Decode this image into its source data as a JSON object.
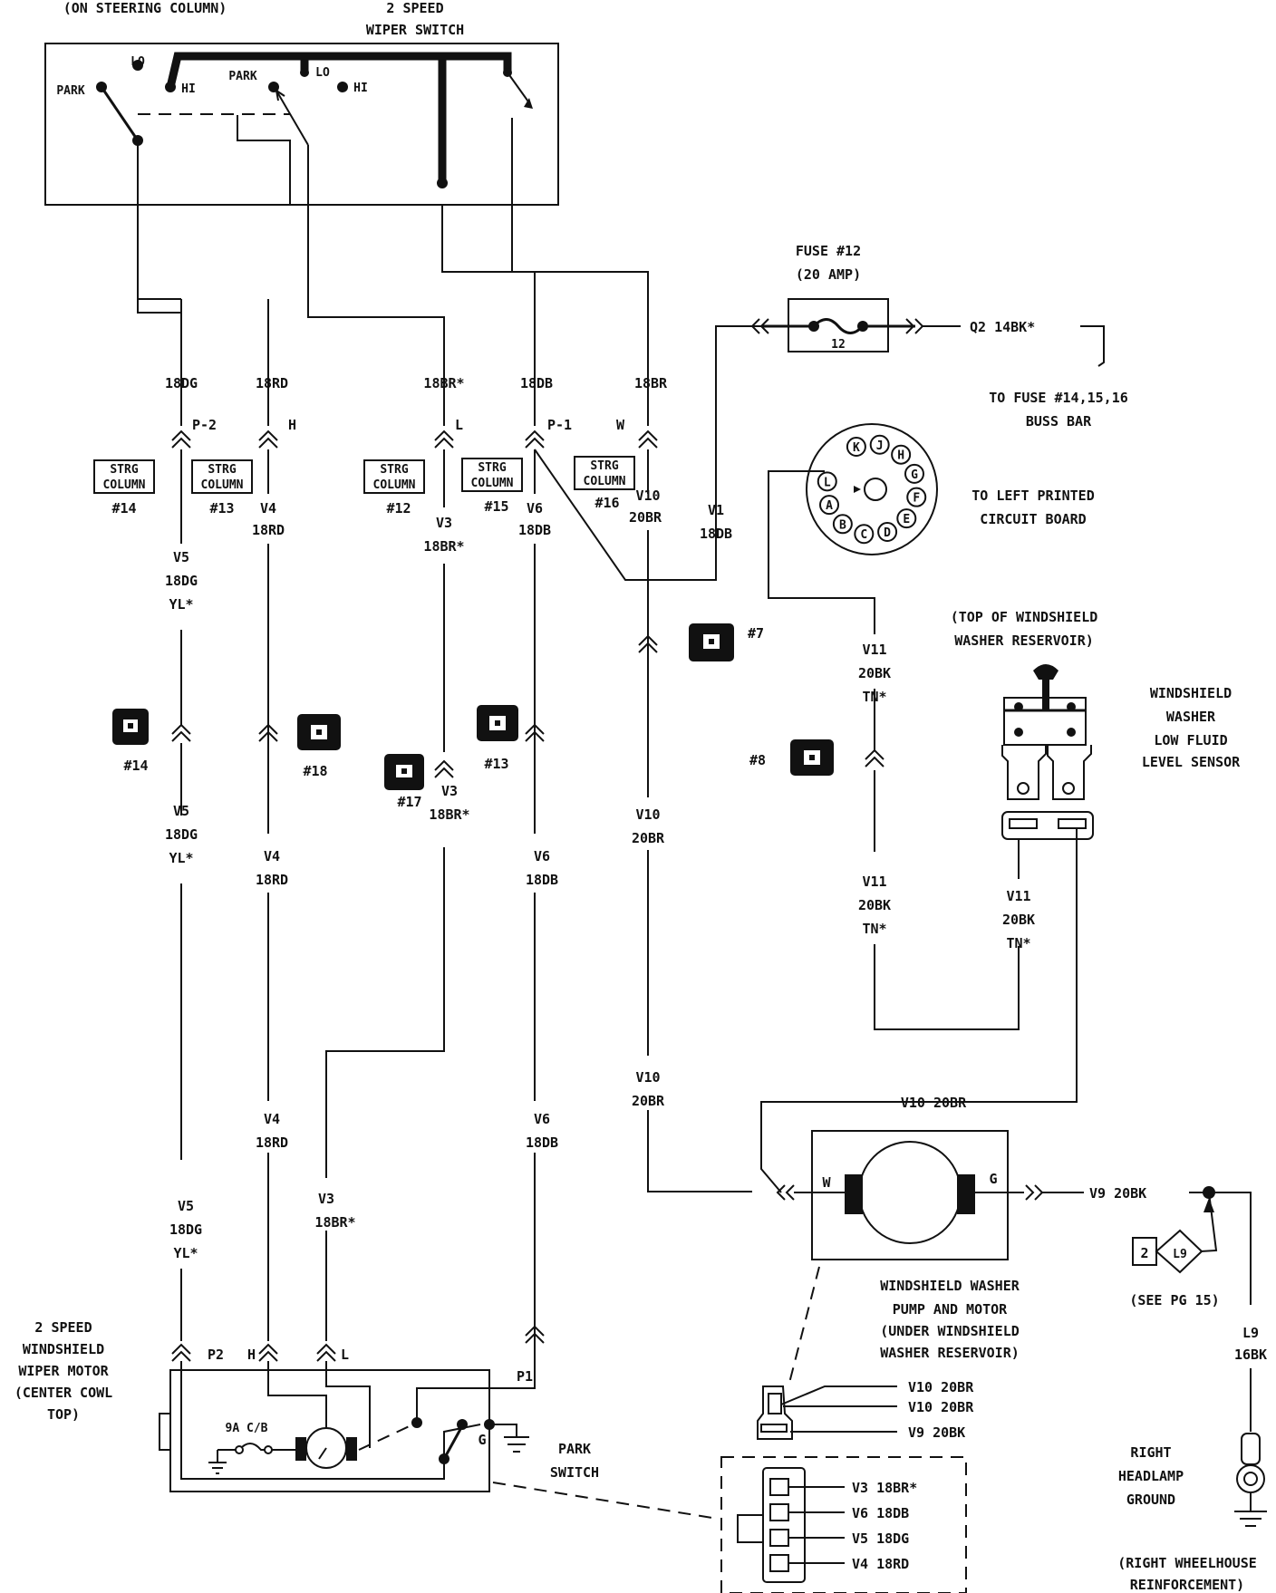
{
  "header": {
    "steering_column": "(ON STEERING COLUMN)",
    "switch_title_1": "2 SPEED",
    "switch_title_2": "WIPER SWITCH"
  },
  "switch": {
    "park_left": "PARK",
    "lo_left": "LO",
    "hi_left": "HI",
    "park_mid": "PARK",
    "lo_mid": "LO",
    "hi_mid": "HI"
  },
  "wires_top": [
    {
      "name": "18DG",
      "pin": "P-2",
      "strg": "#14"
    },
    {
      "name": "18RD",
      "pin": "H",
      "strg": "#13"
    },
    {
      "name": "18BR*",
      "pin": "L",
      "strg": "#12"
    },
    {
      "name": "18DB",
      "pin": "P-1",
      "strg": "#15"
    },
    {
      "name": "18BR",
      "pin": "W",
      "strg": "#16"
    }
  ],
  "strg_label_1": "STRG",
  "strg_label_2": "COLUMN",
  "fuse": {
    "title": "FUSE #12",
    "amps": "(20 AMP)",
    "num": "12",
    "out_wire": "Q2 14BK*",
    "dest_1": "TO FUSE #14,15,16",
    "dest_2": "BUSS BAR"
  },
  "circuit": {
    "letters": [
      "K",
      "J",
      "H",
      "G",
      "F",
      "E",
      "D",
      "C",
      "B",
      "A",
      "L"
    ],
    "dest_1": "TO LEFT PRINTED",
    "dest_2": "CIRCUIT BOARD"
  },
  "mid_labels": {
    "v5_a": "V5",
    "v5_a2": "18DG",
    "v5_a3": "YL*",
    "v4_a": "V4",
    "v4_a2": "18RD",
    "v3_a": "V3",
    "v3_a2": "18BR*",
    "v6_a": "V6",
    "v6_a2": "18DB",
    "v10_a": "V10",
    "v10_a2": "20BR",
    "v1": "V1",
    "v1_2": "18DB",
    "v11_a": "V11",
    "v11_a2": "20BK",
    "v11_a3": "TN*"
  },
  "connectors": {
    "c14": "#14",
    "c18": "#18",
    "c17": "#17",
    "c13": "#13",
    "c7": "#7",
    "c8": "#8"
  },
  "lower_labels": {
    "v5": "V5",
    "v5_2": "18DG",
    "v5_3": "YL*",
    "v4": "V4",
    "v4_2": "18RD",
    "v3": "V3",
    "v3_2": "18BR*",
    "v6": "V6",
    "v6_2": "18DB",
    "v10": "V10",
    "v10_2": "20BR",
    "v11": "V11",
    "v11_2": "20BK",
    "v11_3": "TN*",
    "v11r": "V11",
    "v11r_2": "20BK",
    "v11r_3": "TN*"
  },
  "bottom_labels": {
    "v5": "V5",
    "v5_2": "18DG",
    "v5_3": "YL*",
    "v4": "V4",
    "v4_2": "18RD",
    "v3": "V3",
    "v3_2": "18BR*",
    "v6": "V6",
    "v6_2": "18DB",
    "v10": "V10",
    "v10_2": "20BR",
    "v10_top": "V10 20BR"
  },
  "reservoir": {
    "top_1": "(TOP OF WINDSHIELD",
    "top_2": "WASHER RESERVOIR)",
    "sensor_1": "WINDSHIELD",
    "sensor_2": "WASHER",
    "sensor_3": "LOW FLUID",
    "sensor_4": "LEVEL SENSOR"
  },
  "pump": {
    "w": "W",
    "g": "G",
    "out_wire": "V9 20BK",
    "title_1": "WINDSHIELD WASHER",
    "title_2": "PUMP AND MOTOR",
    "title_3": "(UNDER WINDSHIELD",
    "title_4": "WASHER RESERVOIR)",
    "conn_1": "V10 20BR",
    "conn_2": "V10 20BR",
    "conn_3": "V9 20BK"
  },
  "ground": {
    "badge_num": "2",
    "badge_code": "L9",
    "see": "(SEE PG 15)",
    "l9": "L9",
    "l9_2": "16BK",
    "name_1": "RIGHT",
    "name_2": "HEADLAMP",
    "name_3": "GROUND",
    "loc_1": "(RIGHT WHEELHOUSE",
    "loc_2": "REINFORCEMENT)"
  },
  "motor": {
    "title_1": "2 SPEED",
    "title_2": "WINDSHIELD",
    "title_3": "WIPER MOTOR",
    "title_4": "(CENTER COWL",
    "title_5": "TOP)",
    "p2": "P2",
    "h": "H",
    "l": "L",
    "p1": "P1",
    "cb": "9A C/B",
    "g": "G",
    "park_1": "PARK",
    "park_2": "SWITCH"
  },
  "motor_conn": [
    "V3 18BR*",
    "V6 18DB",
    "V5 18DG",
    "V4 18RD"
  ]
}
